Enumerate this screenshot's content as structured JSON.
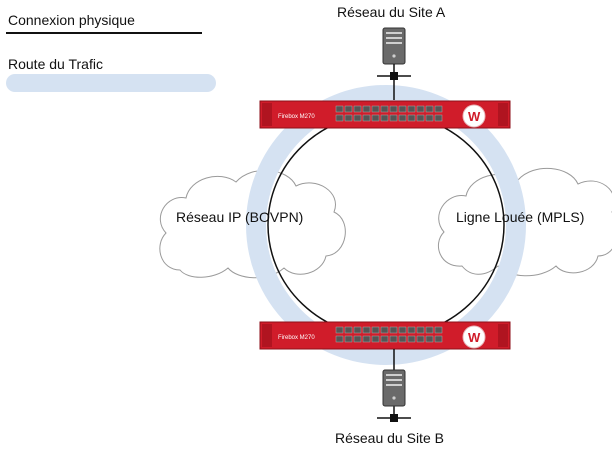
{
  "legend": {
    "physical_label": "Connexion physique",
    "route_label": "Route du Trafic",
    "physical_color": "#111111",
    "route_color": "#d5e2f2"
  },
  "sites": {
    "top_label": "Réseau du Site A",
    "bottom_label": "Réseau du Site B"
  },
  "clouds": {
    "left_label": "Réseau  IP (BOVPN)",
    "right_label": "Ligne Louée (MPLS)"
  },
  "devices": {
    "model_text": "Firebox M270",
    "brand_color": "#d01c2a",
    "logo_letter": "W"
  },
  "icons": {
    "server": "server-icon",
    "network_hub": "network-node-icon",
    "firewall": "firewall-appliance-icon",
    "cloud": "cloud-icon"
  }
}
